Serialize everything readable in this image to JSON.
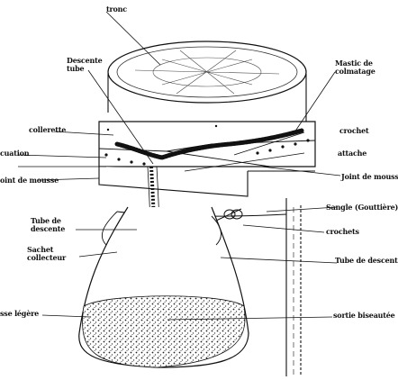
{
  "labels": {
    "tronc": "tronc",
    "descente_tube": "Descente tube",
    "mastic": "Mastic de colmatage",
    "collerette": "collerette",
    "fixation": "cuation",
    "crochet": "crochet",
    "attache": "attache",
    "joint_mousse_left": "oint de mousse",
    "joint_mousse_right": "Joint de mousse",
    "sangle": "Sangle (Gouttière)",
    "tube_descente_left": "Tube de descente",
    "crochets": "crochets",
    "sachet": "Sachet collecteur",
    "tube_descente_right": "Tube de descente",
    "mousse_legere": "sse légère",
    "sortie": "sortie biseautée"
  }
}
